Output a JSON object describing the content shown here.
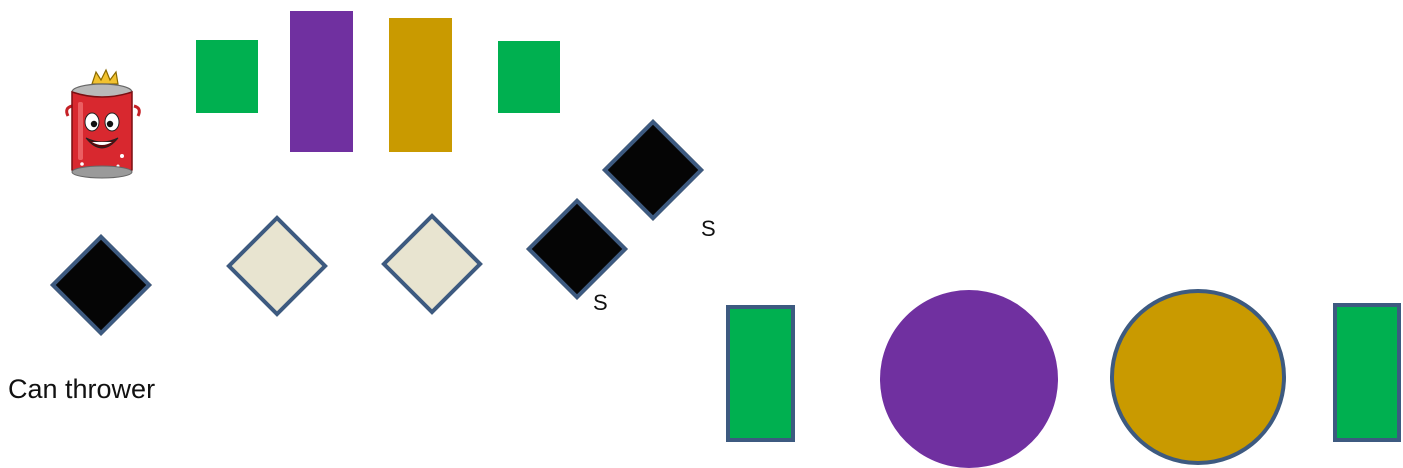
{
  "labels": {
    "can_thrower": "Can thrower",
    "s1": "S",
    "s2": "S"
  },
  "icons": {
    "character": "soda-can-mascot-icon"
  },
  "colors": {
    "green": "#00b050",
    "purple": "#7030a0",
    "gold": "#c99a00",
    "black": "#050505",
    "cream": "#e8e4d0",
    "outline": "#3d5a80",
    "can_red": "#d8282f"
  }
}
